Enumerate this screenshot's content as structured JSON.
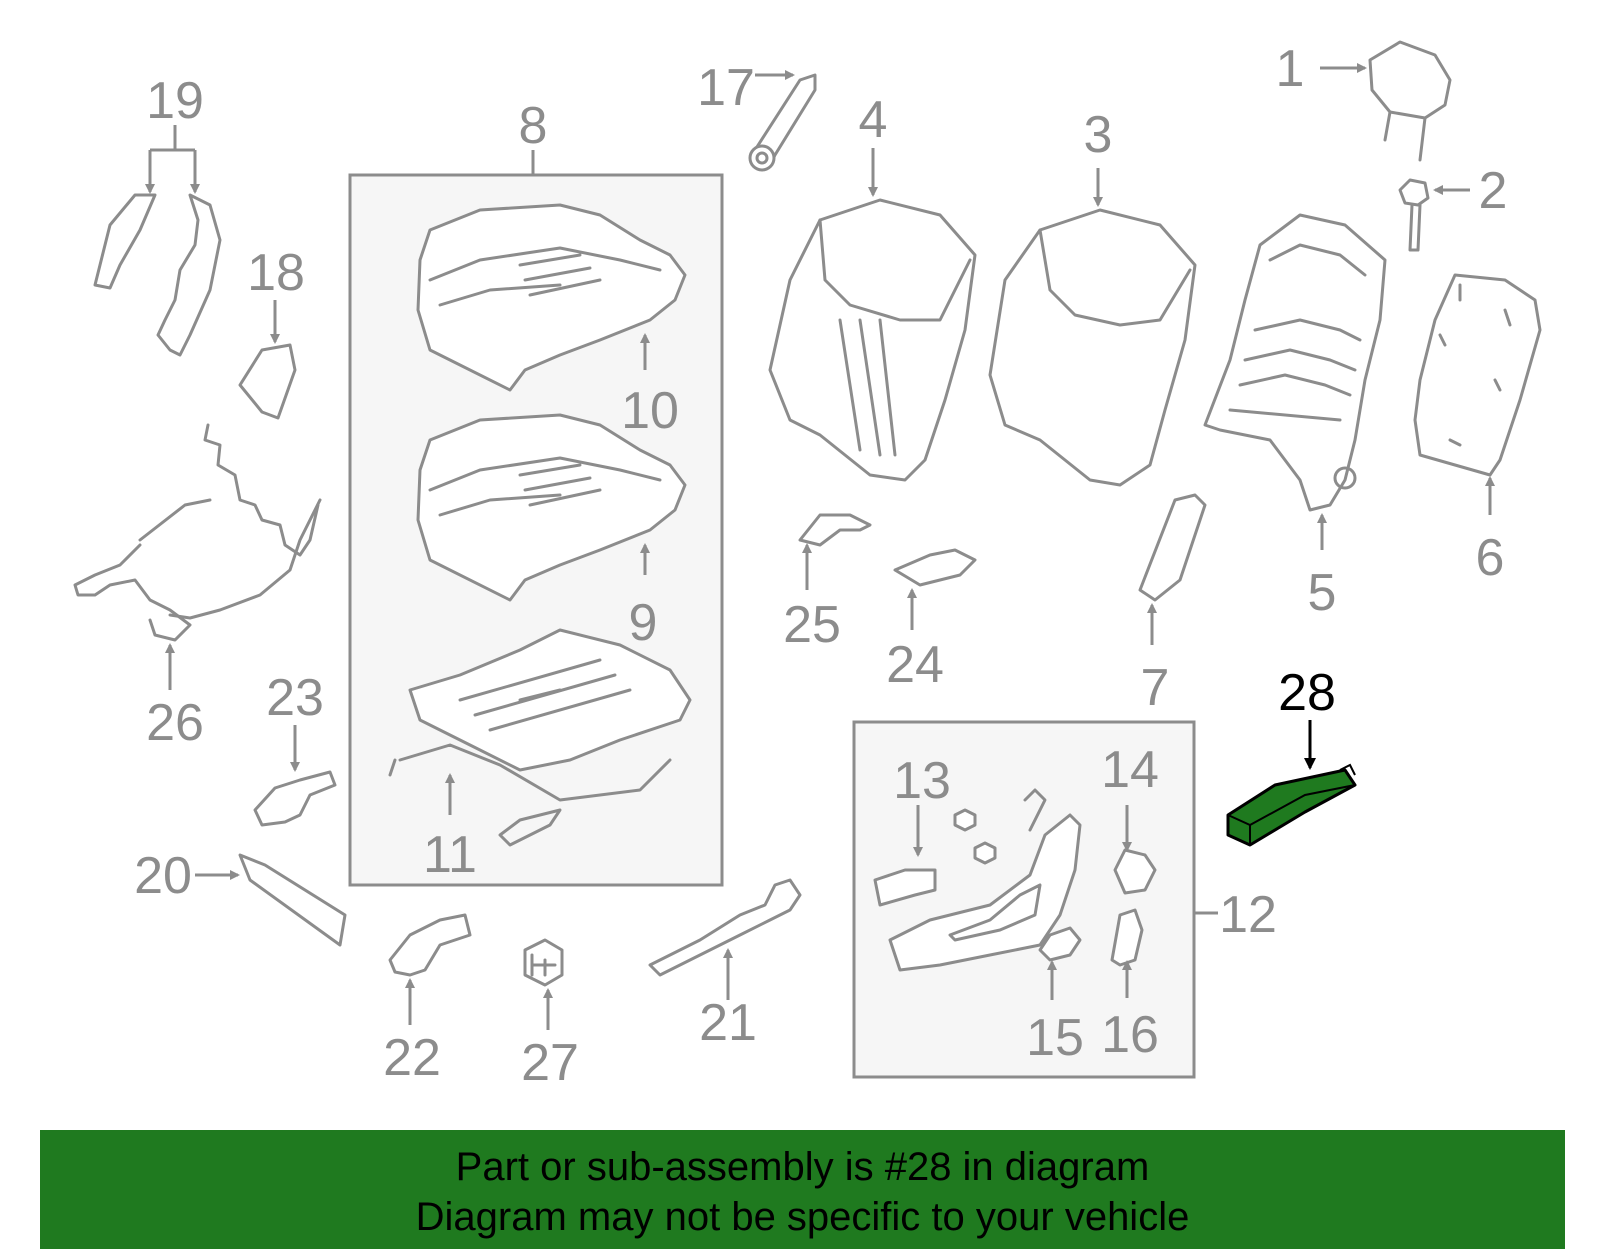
{
  "diagram": {
    "highlight_color": "#1f7a1f",
    "highlighted_part": "28",
    "callouts": [
      "1",
      "2",
      "3",
      "4",
      "5",
      "6",
      "7",
      "8",
      "9",
      "10",
      "11",
      "12",
      "13",
      "14",
      "15",
      "16",
      "17",
      "18",
      "19",
      "20",
      "21",
      "22",
      "23",
      "24",
      "25",
      "26",
      "27",
      "28"
    ]
  },
  "banner": {
    "line1": "Part or sub-assembly is #28 in diagram",
    "line2": "Diagram may not be specific to your vehicle",
    "background": "#1f7a1f"
  }
}
